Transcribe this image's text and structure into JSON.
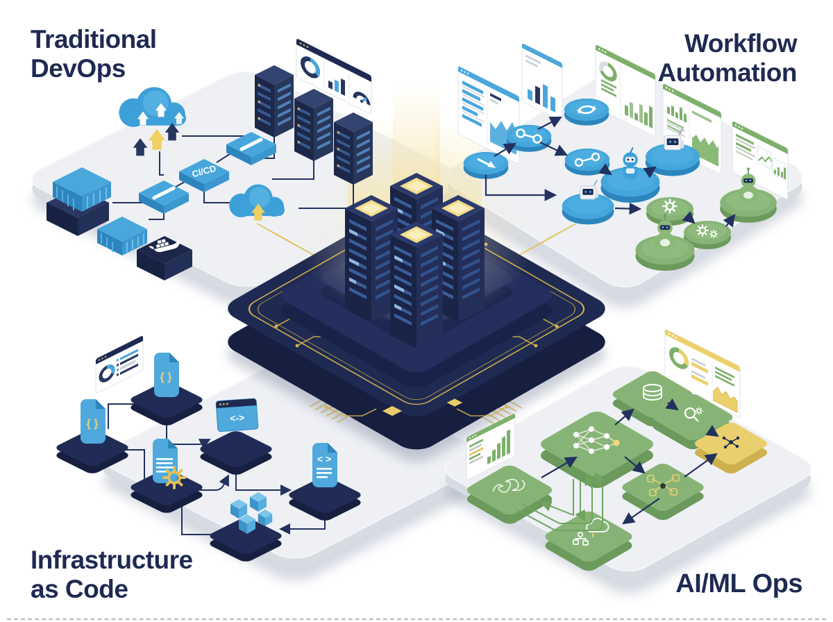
{
  "quadrant_labels": {
    "top_left": {
      "line1": "Traditional",
      "line2": "DevOps"
    },
    "top_right": {
      "line1": "Workflow",
      "line2": "Automation"
    },
    "bottom_left": {
      "line1": "Infrastructure",
      "line2": "as Code"
    },
    "bottom_right": {
      "line1": "AI/ML Ops"
    }
  },
  "badges": {
    "cicd": "CI/CD"
  },
  "glyphs": {
    "braces": "{ }",
    "angle_lines": "< >",
    "terminal": "<->"
  },
  "colors": {
    "background": "#ffffff",
    "title_text": "#1e2a52",
    "navy": "#1d2749",
    "blue": "#45a6db",
    "light_blue": "#7cc6ea",
    "platform_top": "#eef0f4",
    "platform_side": "#d7dbe2",
    "center_platform": "#1f2a52",
    "circuit_gold": "#d6b44e",
    "glow_yellow": "#f2dc8c",
    "green": "#87b476",
    "green_dark": "#6b9a5c",
    "yellow": "#ecd06b",
    "connector_navy": "#22315e",
    "connector_green": "#6fa35e"
  },
  "scene": {
    "center": {
      "name": "ai-core-circuit-platform",
      "components": [
        "server-tower",
        "server-tower",
        "server-tower",
        "server-tower",
        "stepped-pedestal",
        "circuit-traces",
        "light-beams",
        "gold-ribbons"
      ]
    },
    "top_left": {
      "components": [
        "metrics-dashboard",
        "server-rack",
        "server-rack",
        "server-rack",
        "cloud-upload",
        "deploy-arrows",
        "pipeline-module",
        "cicd-module",
        "pipeline-module",
        "container-stack",
        "shipping-container",
        "docker-container",
        "cloud-sync"
      ]
    },
    "top_right": {
      "components": [
        "analytics-panel",
        "analytics-panel",
        "green-dashboard",
        "green-dashboard",
        "green-dashboard",
        "step-arrow-disc",
        "step-link-disc",
        "step-refresh-disc",
        "step-chain-disc",
        "automation-bot-disc",
        "automation-bot-disc",
        "automation-bot-disc",
        "gear-disc",
        "double-gear-disc",
        "assistant-bot-disc",
        "assistant-bot-disc"
      ]
    },
    "bottom_left": {
      "components": [
        "donut-browser-window",
        "config-file",
        "config-file",
        "document-gear",
        "terminal-window",
        "code-file",
        "module-cubes"
      ]
    },
    "bottom_right": {
      "components": [
        "bar-chart-panel",
        "yellow-metrics-dashboard",
        "dataset-tile",
        "search-tuning-tile",
        "feature-tile",
        "neural-network-tile",
        "data-graph-tile",
        "cluster-tile",
        "ml-cloud-tile"
      ]
    }
  }
}
